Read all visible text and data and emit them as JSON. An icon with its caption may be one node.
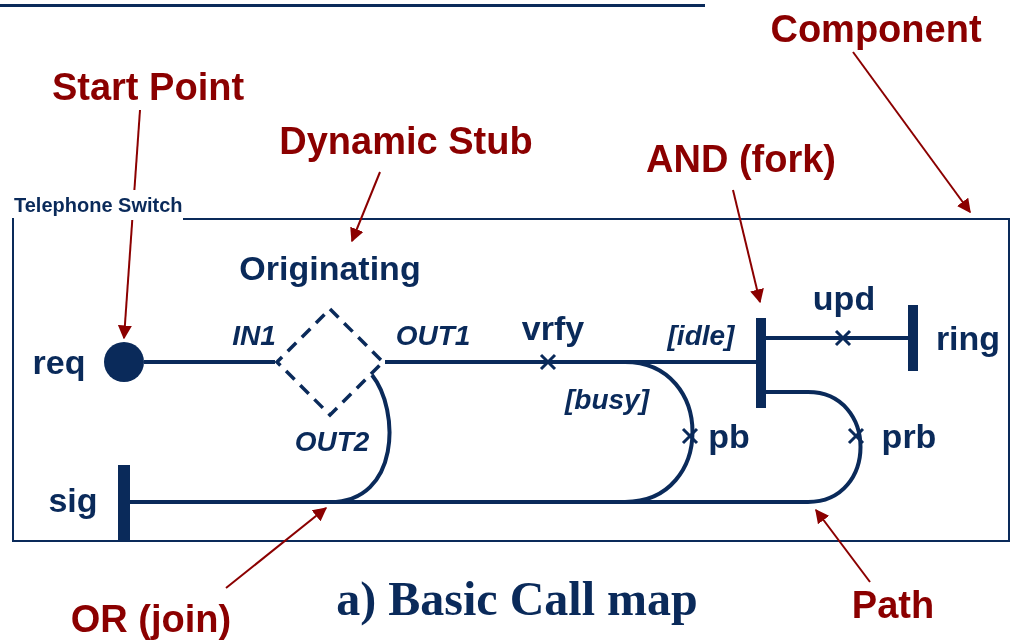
{
  "diagram": {
    "caption": "a) Basic Call map",
    "nodes": [
      {
        "text": [
          "Telephone Switch"
        ]
      },
      {
        "text": [],
        "shape": "circle",
        "in": 0,
        "beside": [
          "req"
        ]
      },
      {
        "text": [],
        "shape": "diamond",
        "in": 0,
        "beside": [
          "Originating"
        ]
      },
      {
        "text": [],
        "shape": "bar",
        "in": 0
      },
      {
        "text": [],
        "shape": "bar",
        "in": 0,
        "beside": [
          "ring"
        ]
      },
      {
        "text": [],
        "shape": "bar",
        "in": 0,
        "beside": [
          "sig"
        ]
      },
      {
        "text": [
          "Start Point"
        ]
      },
      {
        "text": [
          "Dynamic Stub"
        ]
      },
      {
        "text": [
          "AND (fork)"
        ]
      },
      {
        "text": [
          "Component"
        ]
      },
      {
        "text": [
          "OR (join)"
        ]
      },
      {
        "text": [
          "Path"
        ]
      }
    ],
    "edges": [
      {
        "from": 1,
        "to": 2,
        "arrow": "none",
        "style": "thick"
      },
      {
        "from": 2,
        "to": 3,
        "arrow": "none",
        "style": "thick"
      },
      {
        "from": 3,
        "to": 4,
        "arrow": "none",
        "style": "thick"
      },
      {
        "from": 2,
        "to": 5,
        "arrow": "none",
        "style": "thick"
      },
      {
        "from": 2,
        "to": 5,
        "arrow": "none",
        "style": "thick"
      },
      {
        "from": 3,
        "to": 5,
        "arrow": "none",
        "style": "thick"
      },
      {
        "from": 6,
        "to": 1,
        "arrow": "to",
        "color": "#8b0000"
      },
      {
        "from": 7,
        "to": 2,
        "arrow": "to",
        "color": "#8b0000"
      },
      {
        "from": 8,
        "to": 3,
        "arrow": "to",
        "color": "#8b0000"
      },
      {
        "from": 9,
        "to": 0,
        "arrow": "to",
        "color": "#8b0000"
      },
      {
        "from": 10,
        "to": null,
        "arrow": "to",
        "color": "#8b0000"
      },
      {
        "from": 11,
        "to": null,
        "arrow": "to",
        "color": "#8b0000"
      }
    ],
    "labels": [
      "IN1",
      "OUT1",
      "vrfy",
      "[idle]",
      "upd",
      "[busy]",
      "OUT2",
      "pb",
      "prb"
    ]
  }
}
